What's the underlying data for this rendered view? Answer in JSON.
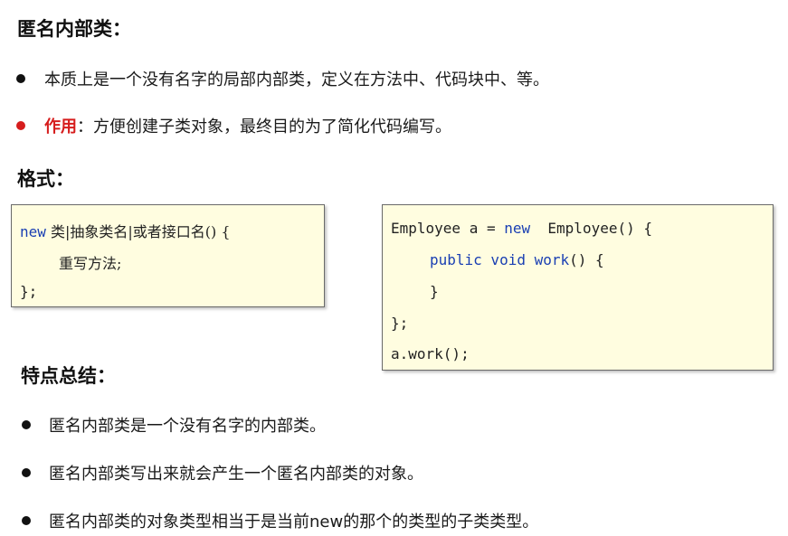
{
  "title": "匿名内部类：",
  "intro": [
    {
      "label": "",
      "text": "本质上是一个没有名字的局部内部类，定义在方法中、代码块中、等。"
    },
    {
      "label": "作用",
      "text": "：方便创建子类对象，最终目的为了简化代码编写。"
    }
  ],
  "format_heading": "格式：",
  "code_left": {
    "line1_kw": "new",
    "line1_rest": " 类|抽象类名|或者接口名() {",
    "line2": "重写方法;",
    "line3": "};"
  },
  "code_right": {
    "line1_a": "Employee a = ",
    "line1_kw": "new",
    "line1_b": "  Employee() {",
    "line2_kw": "public void work",
    "line2_rest": "() {",
    "line3": "}",
    "line4": "};",
    "line5": "a.work();"
  },
  "summary_heading": "特点总结：",
  "summary": [
    "匿名内部类是一个没有名字的内部类。",
    "匿名内部类写出来就会产生一个匿名内部类的对象。",
    "匿名内部类的对象类型相当于是当前new的那个的类型的子类类型。"
  ],
  "colors": {
    "accent_red": "#d61d1d",
    "keyword_blue": "#1a3fb3",
    "code_bg": "#fffde0"
  }
}
